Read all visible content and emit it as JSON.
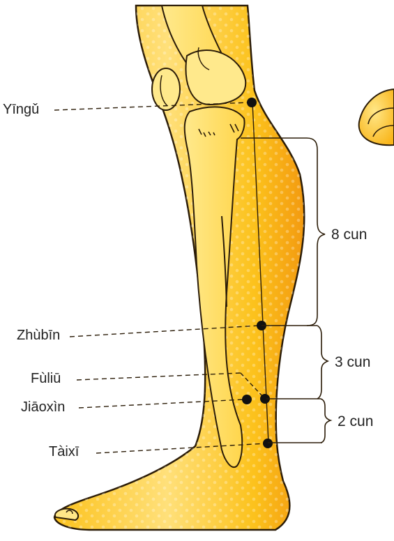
{
  "colors": {
    "skin_light": "#ffe788",
    "skin_mid": "#fcc21c",
    "skin_dark": "#f39a10",
    "outline": "#2b1c08",
    "point": "#111111",
    "text": "#222222"
  },
  "points": [
    {
      "id": "yingu",
      "label": "Yīngǔ"
    },
    {
      "id": "zhubin",
      "label": "Zhùbīn"
    },
    {
      "id": "fuliu",
      "label": "Fùliū"
    },
    {
      "id": "jiaoxin",
      "label": "Jiāoxìn"
    },
    {
      "id": "taixi",
      "label": "Tàixī"
    }
  ],
  "measurements": [
    {
      "id": "m8",
      "label": "8 cun"
    },
    {
      "id": "m3",
      "label": "3 cun"
    },
    {
      "id": "m2",
      "label": "2 cun"
    }
  ]
}
